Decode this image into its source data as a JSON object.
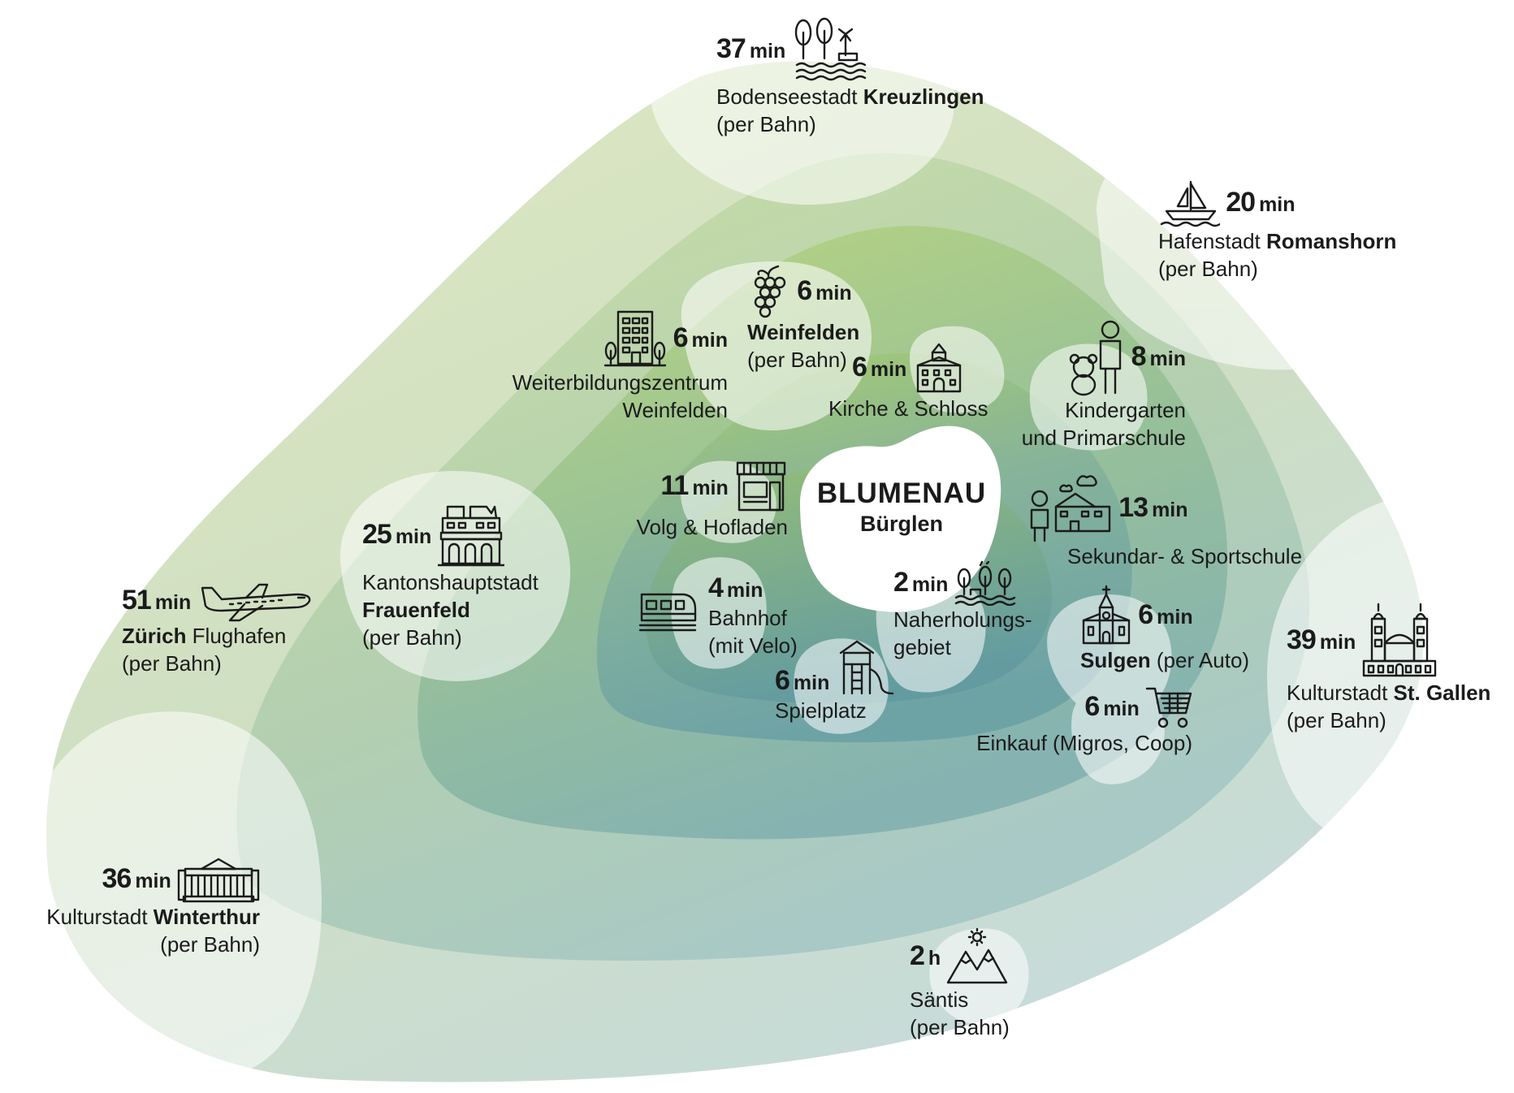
{
  "center": {
    "name": "BLUMENAU",
    "place": "Bürglen"
  },
  "colors": {
    "outer": "#e6ecd6",
    "mid": "#bfd59a",
    "inner": "#9cc08c",
    "core": "#78a7a1",
    "halo": "#f3f5ee"
  },
  "pois": [
    {
      "id": "kreuzlingen",
      "icon": "trees-lake-icon",
      "num": "37",
      "unit": "min",
      "line1": "Bodenseestadt ",
      "bold": "Kreuzlingen",
      "line2": "(per Bahn)"
    },
    {
      "id": "romanshorn",
      "icon": "sailboat-icon",
      "num": "20",
      "unit": "min",
      "line1": "Hafenstadt ",
      "bold": "Romanshorn",
      "line2": "(per Bahn)"
    },
    {
      "id": "weiterbildung",
      "icon": "office-building-icon",
      "num": "6",
      "unit": "min",
      "line1": "Weiterbildungszentrum",
      "line2": "Weinfelden"
    },
    {
      "id": "weinfelden",
      "icon": "grapes-icon",
      "num": "6",
      "unit": "min",
      "bold": "Weinfelden",
      "line2": "(per Bahn)"
    },
    {
      "id": "kirche",
      "icon": "castle-icon",
      "num": "6",
      "unit": "min",
      "line1": "Kirche & Schloss"
    },
    {
      "id": "kindergarten",
      "icon": "child-teddy-icon",
      "num": "8",
      "unit": "min",
      "line1": "Kindergarten",
      "line2": "und Primarschule"
    },
    {
      "id": "volg",
      "icon": "shop-icon",
      "num": "11",
      "unit": "min",
      "line1": "Volg & Hofladen"
    },
    {
      "id": "sekundar",
      "icon": "school-icon",
      "num": "13",
      "unit": "min",
      "line1": "Sekundar- & Sportschule"
    },
    {
      "id": "frauenfeld",
      "icon": "town-hall-icon",
      "num": "25",
      "unit": "min",
      "line1": "Kantonshauptstadt",
      "bold": "Frauenfeld",
      "line2": "(per Bahn)"
    },
    {
      "id": "flughafen",
      "icon": "airplane-icon",
      "num": "51",
      "unit": "min",
      "bold": "Zürich",
      "line1": " Flughafen",
      "line2": "(per Bahn)"
    },
    {
      "id": "bahnhof",
      "icon": "train-icon",
      "num": "4",
      "unit": "min",
      "line1": "Bahnhof",
      "line2": "(mit Velo)"
    },
    {
      "id": "naherholung",
      "icon": "park-icon",
      "num": "2",
      "unit": "min",
      "line1": "Naherholungs-",
      "line2": "gebiet"
    },
    {
      "id": "spielplatz",
      "icon": "playground-icon",
      "num": "6",
      "unit": "min",
      "line1": "Spielplatz"
    },
    {
      "id": "sulgen",
      "icon": "church-icon",
      "num": "6",
      "unit": "min",
      "bold": "Sulgen",
      "line1": " (per Auto)"
    },
    {
      "id": "einkauf",
      "icon": "shopping-cart-icon",
      "num": "6",
      "unit": "min",
      "line1": "Einkauf (Migros, Coop)"
    },
    {
      "id": "stgallen",
      "icon": "cathedral-icon",
      "num": "39",
      "unit": "min",
      "line1": "Kulturstadt ",
      "bold": "St. Gallen",
      "line2": "(per Bahn)"
    },
    {
      "id": "winterthur",
      "icon": "museum-icon",
      "num": "36",
      "unit": "min",
      "line1": "Kulturstadt ",
      "bold": "Winterthur",
      "line2": "(per Bahn)"
    },
    {
      "id": "saentis",
      "icon": "mountain-sun-icon",
      "num": "2",
      "unit": "h",
      "line1": "Säntis",
      "line2": "(per Bahn)"
    }
  ]
}
